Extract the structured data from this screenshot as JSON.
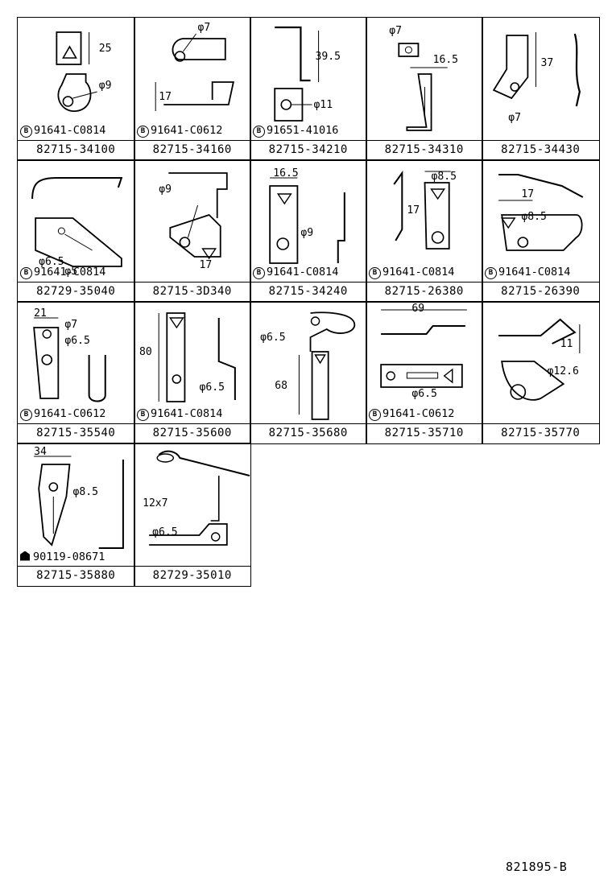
{
  "cells": [
    {
      "part": "82715-34100",
      "bolt": "91641-C0814",
      "bolt_kind": "B",
      "dims": [
        "25",
        "φ9"
      ]
    },
    {
      "part": "82715-34160",
      "bolt": "91641-C0612",
      "bolt_kind": "B",
      "dims": [
        "φ7",
        "17"
      ]
    },
    {
      "part": "82715-34210",
      "bolt": "91651-41016",
      "bolt_kind": "B",
      "dims": [
        "39.5",
        "φ11"
      ]
    },
    {
      "part": "82715-34310",
      "bolt": "",
      "bolt_kind": "",
      "dims": [
        "φ7",
        "16.5"
      ]
    },
    {
      "part": "82715-34430",
      "bolt": "",
      "bolt_kind": "",
      "dims": [
        "37",
        "φ7"
      ]
    },
    {
      "part": "82729-35040",
      "bolt": "91641-C0814",
      "bolt_kind": "B",
      "dims": [
        "φ6.5",
        "φ5"
      ]
    },
    {
      "part": "82715-3D340",
      "bolt": "",
      "bolt_kind": "",
      "dims": [
        "φ9",
        "17"
      ]
    },
    {
      "part": "82715-34240",
      "bolt": "91641-C0814",
      "bolt_kind": "B",
      "dims": [
        "16.5",
        "φ9"
      ]
    },
    {
      "part": "82715-26380",
      "bolt": "91641-C0814",
      "bolt_kind": "B",
      "dims": [
        "17",
        "φ8.5"
      ]
    },
    {
      "part": "82715-26390",
      "bolt": "91641-C0814",
      "bolt_kind": "B",
      "dims": [
        "17",
        "φ8.5"
      ]
    },
    {
      "part": "82715-35540",
      "bolt": "91641-C0612",
      "bolt_kind": "B",
      "dims": [
        "21",
        "φ7",
        "φ6.5"
      ]
    },
    {
      "part": "82715-35600",
      "bolt": "91641-C0814",
      "bolt_kind": "B",
      "dims": [
        "80",
        "φ6.5"
      ]
    },
    {
      "part": "82715-35680",
      "bolt": "",
      "bolt_kind": "",
      "dims": [
        "φ6.5",
        "68"
      ]
    },
    {
      "part": "82715-35710",
      "bolt": "91641-C0612",
      "bolt_kind": "B",
      "dims": [
        "69",
        "φ6.5"
      ]
    },
    {
      "part": "82715-35770",
      "bolt": "",
      "bolt_kind": "",
      "dims": [
        "11",
        "φ12.6"
      ]
    },
    {
      "part": "82715-35880",
      "bolt": "90119-08671",
      "bolt_kind": "S",
      "dims": [
        "34",
        "φ8.5"
      ]
    },
    {
      "part": "82729-35010",
      "bolt": "",
      "bolt_kind": "",
      "dims": [
        "12x7",
        "φ6.5"
      ]
    }
  ],
  "diagram_code": "821895-B"
}
